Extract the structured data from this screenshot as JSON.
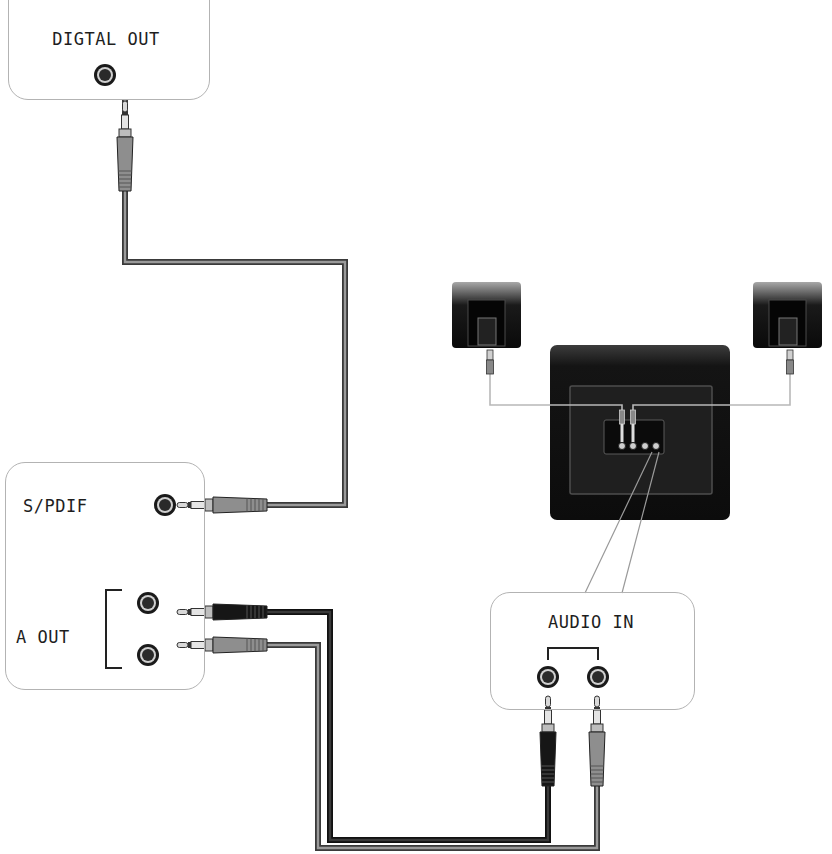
{
  "diagram": {
    "nodes": [
      {
        "text": [
          "DIGTAL OUT"
        ]
      },
      {
        "text": [
          "S/PDIF",
          "A OUT"
        ]
      },
      {
        "text": [
          "AUDIO IN"
        ]
      }
    ],
    "edges": [
      {
        "from": 0,
        "to": 1,
        "arrow": "none"
      },
      {
        "from": 1,
        "to": 2,
        "arrow": "none"
      },
      {
        "from": 1,
        "to": 2,
        "arrow": "none"
      }
    ]
  }
}
